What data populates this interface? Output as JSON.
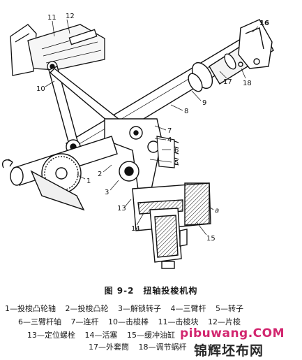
{
  "figure": {
    "part_numbers": [
      "1",
      "2",
      "3",
      "4",
      "5",
      "6",
      "7",
      "8",
      "9",
      "10",
      "11",
      "12",
      "13",
      "14",
      "15",
      "16",
      "17",
      "18"
    ],
    "side_label": "a"
  },
  "caption": "图 9-2　扭轴投梭机构",
  "legend": {
    "row1": [
      "1—投梭凸轮轴",
      "2—投梭凸轮",
      "3—解锁转子",
      "4—三臂杆",
      "5—转子"
    ],
    "row2": [
      "6—三臂杆轴",
      "7—连杆",
      "10—击梭棒",
      "11—击梭块",
      "12—片梭"
    ],
    "row3": [
      "13—定位螺栓",
      "14—活塞",
      "15—缓冲油缸"
    ],
    "row4": [
      "17—外套筒",
      "18—调节蜗杆"
    ]
  },
  "watermark": {
    "site": "pibuwang.COM",
    "brand": "锦辉坯布网"
  }
}
